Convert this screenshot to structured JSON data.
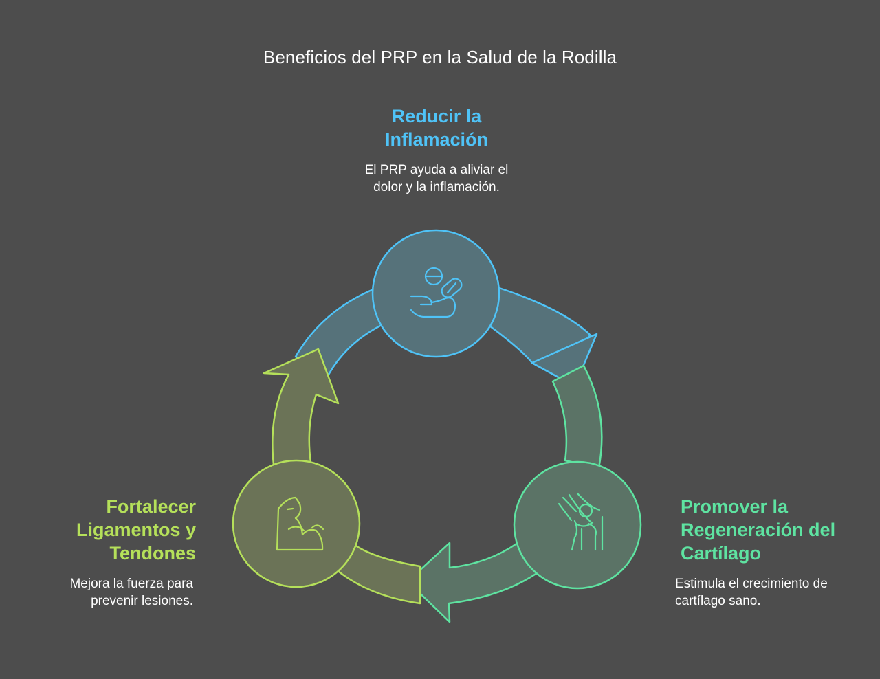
{
  "title": "Beneficios del PRP en la Salud de la Rodilla",
  "colors": {
    "background": "#4d4d4d",
    "blue": "#4fc3f7",
    "green": "#5ee3a1",
    "lime": "#b5e05a"
  },
  "steps": [
    {
      "id": "reduce-inflammation",
      "heading": "Reducir la\nInflamación",
      "description": "El PRP ayuda a aliviar el\ndolor y la inflamación.",
      "icon": "pills-hand-icon",
      "color": "#4fc3f7"
    },
    {
      "id": "cartilage-regeneration",
      "heading": "Promover la\nRegeneración del\nCartílago",
      "description": "Estimula el crecimiento de\ncartílago sano.",
      "icon": "knee-joint-icon",
      "color": "#5ee3a1"
    },
    {
      "id": "strengthen-ligaments",
      "heading": "Fortalecer\nLigamentos y\nTendones",
      "description": "Mejora la fuerza para\nprevenir lesiones.",
      "icon": "flexed-arm-icon",
      "color": "#b5e05a"
    }
  ]
}
